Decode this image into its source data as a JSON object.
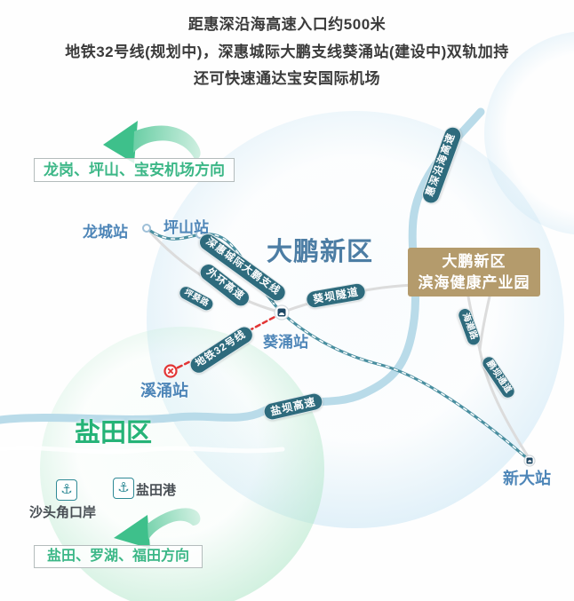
{
  "header": {
    "line1": "距惠深沿海高速入口约500米",
    "line2": "地铁32号线(规划中)，深惠城际大鹏支线葵涌站(建设中)双轨加持",
    "line3": "还可快速通达宝安国际机场"
  },
  "map": {
    "areas": [
      {
        "name": "大鹏新区"
      },
      {
        "name": "盐田区"
      }
    ],
    "direction_boxes": [
      {
        "label": "龙岗、坪山、宝安机场方向"
      },
      {
        "label": "盐田、罗湖、福田方向"
      }
    ],
    "highlight_box": {
      "line1": "大鹏新区",
      "line2": "滨海健康产业园"
    },
    "stations": [
      {
        "name": "龙城站"
      },
      {
        "name": "坪山站"
      },
      {
        "name": "葵涌站"
      },
      {
        "name": "溪涌站"
      },
      {
        "name": "新大站"
      }
    ],
    "road_pills": [
      {
        "label": "深惠城际大鹏支线"
      },
      {
        "label": "外环高速"
      },
      {
        "label": "坪葵路"
      },
      {
        "label": "葵坝隧道"
      },
      {
        "label": "地铁32号线"
      },
      {
        "label": "惠深沿海高速"
      },
      {
        "label": "盐坝高速"
      },
      {
        "label": "海潮路"
      },
      {
        "label": "鹏坝通道"
      }
    ],
    "pois": [
      {
        "label": "沙头角口岸"
      },
      {
        "label": "盐田港"
      }
    ]
  },
  "icons": {
    "anchor": "⚓",
    "rail_continue_arrow": "↓"
  },
  "colors": {
    "station_label": "#4e86b8",
    "area_dapeng": "#4c7da4",
    "area_yantian": "#25b377",
    "direction_text": "#3cb787",
    "pill_bg": "#2e6b7d",
    "highlight_bg": "#b49b6c",
    "metro_line_red": "#e23535",
    "road_blue": "#b5d9e8",
    "rail_teal": "#4a8fa0",
    "arrow_green": "#3ec08b"
  }
}
